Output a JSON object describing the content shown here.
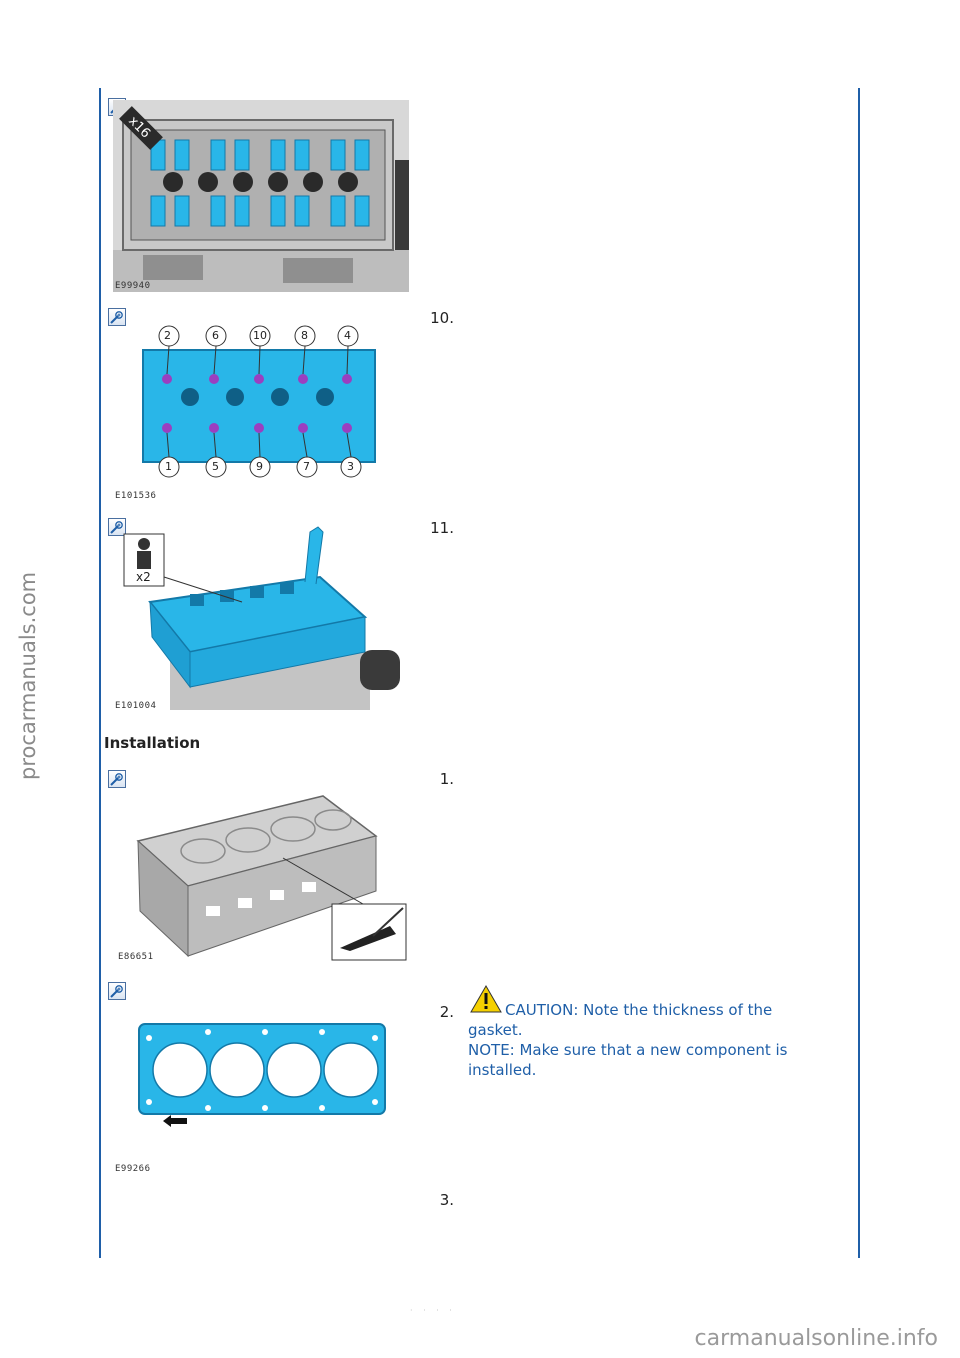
{
  "watermarks": {
    "side": "procarmanuals.com",
    "bottom": "carmanualsonline.info"
  },
  "section_heading": "Installation",
  "figures": [
    {
      "code": "E99940",
      "callout": "x16"
    },
    {
      "code": "E101536",
      "sequence_top": [
        "2",
        "6",
        "10",
        "8",
        "4"
      ],
      "sequence_bottom": [
        "1",
        "5",
        "9",
        "7",
        "3"
      ]
    },
    {
      "code": "E101004",
      "callout": "x2"
    },
    {
      "code": "E86651"
    },
    {
      "code": "E99266"
    }
  ],
  "steps": {
    "s10": "10.",
    "s11": "11.",
    "i1": "1.",
    "i2": "2.",
    "i3": "3."
  },
  "step2_text": {
    "caution_line1": "CAUTION: Note the thickness of the",
    "caution_line2": "gasket.",
    "note_line1": "NOTE: Make sure that a new component is",
    "note_line2": "installed."
  },
  "footer_fragment": "· · · ·",
  "colors": {
    "rule": "#1f5fa8",
    "note_text": "#1f5fa8",
    "part_blue": "#29b6e8",
    "bolt_purple": "#9b3fc0",
    "caution_yellow": "#f5d000"
  }
}
